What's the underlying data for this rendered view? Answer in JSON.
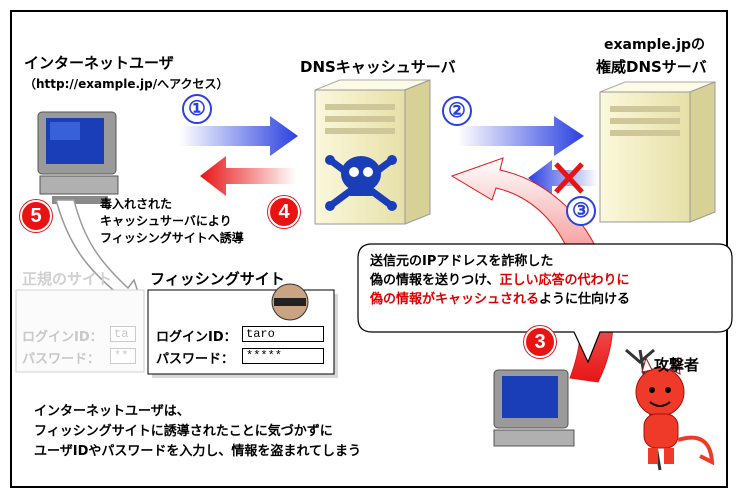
{
  "labels": {
    "internet_user": "インターネットユーザ",
    "internet_user_access": "（http://example.jp/へアクセス）",
    "dns_cache_server": "DNSキャッシュサーバ",
    "auth_server_line1": "example.jpの",
    "auth_server_line2": "権威DNSサーバ",
    "attacker": "攻撃者",
    "poison_line1": "毒入れされた",
    "poison_line2": "キャッシュサーバにより",
    "poison_line3": "フィッシングサイトへ誘導"
  },
  "steps": [
    "①",
    "②",
    "③",
    "④",
    "⑤"
  ],
  "red_steps": [
    "3",
    "4",
    "5"
  ],
  "callout": {
    "line1": "送信元のIPアドレスを詐称した",
    "line2_a": "偽の情報を送りつけ、",
    "line2_b": "正しい応答の代わりに",
    "line3_a": "偽の情報がキャッシュされる",
    "line3_b": "ように仕向ける"
  },
  "legit_site": {
    "title": "正規のサイト",
    "login_label": "ログインID：",
    "login_value": "ta",
    "password_label": "パスワード：",
    "password_value": "**"
  },
  "phishing_site": {
    "title": "フィッシングサイト",
    "login_label": "ログインID：",
    "login_value": "taro",
    "password_label": "パスワード：",
    "password_value": "*****"
  },
  "summary": {
    "line1": "インターネットユーザは、",
    "line2": "フィッシングサイトに誘導されたことに気づかずに",
    "line3": "ユーザIDやパスワードを入力し、情報を盗まれてしまう"
  },
  "colors": {
    "blue": "#2a40e0",
    "red": "#e81414",
    "server": "#f4f0c8",
    "monitor": "#8a8a8a"
  },
  "icons": [
    "computer-icon",
    "server-icon",
    "skull-icon",
    "cross-icon",
    "devil-icon",
    "burglar-icon"
  ]
}
